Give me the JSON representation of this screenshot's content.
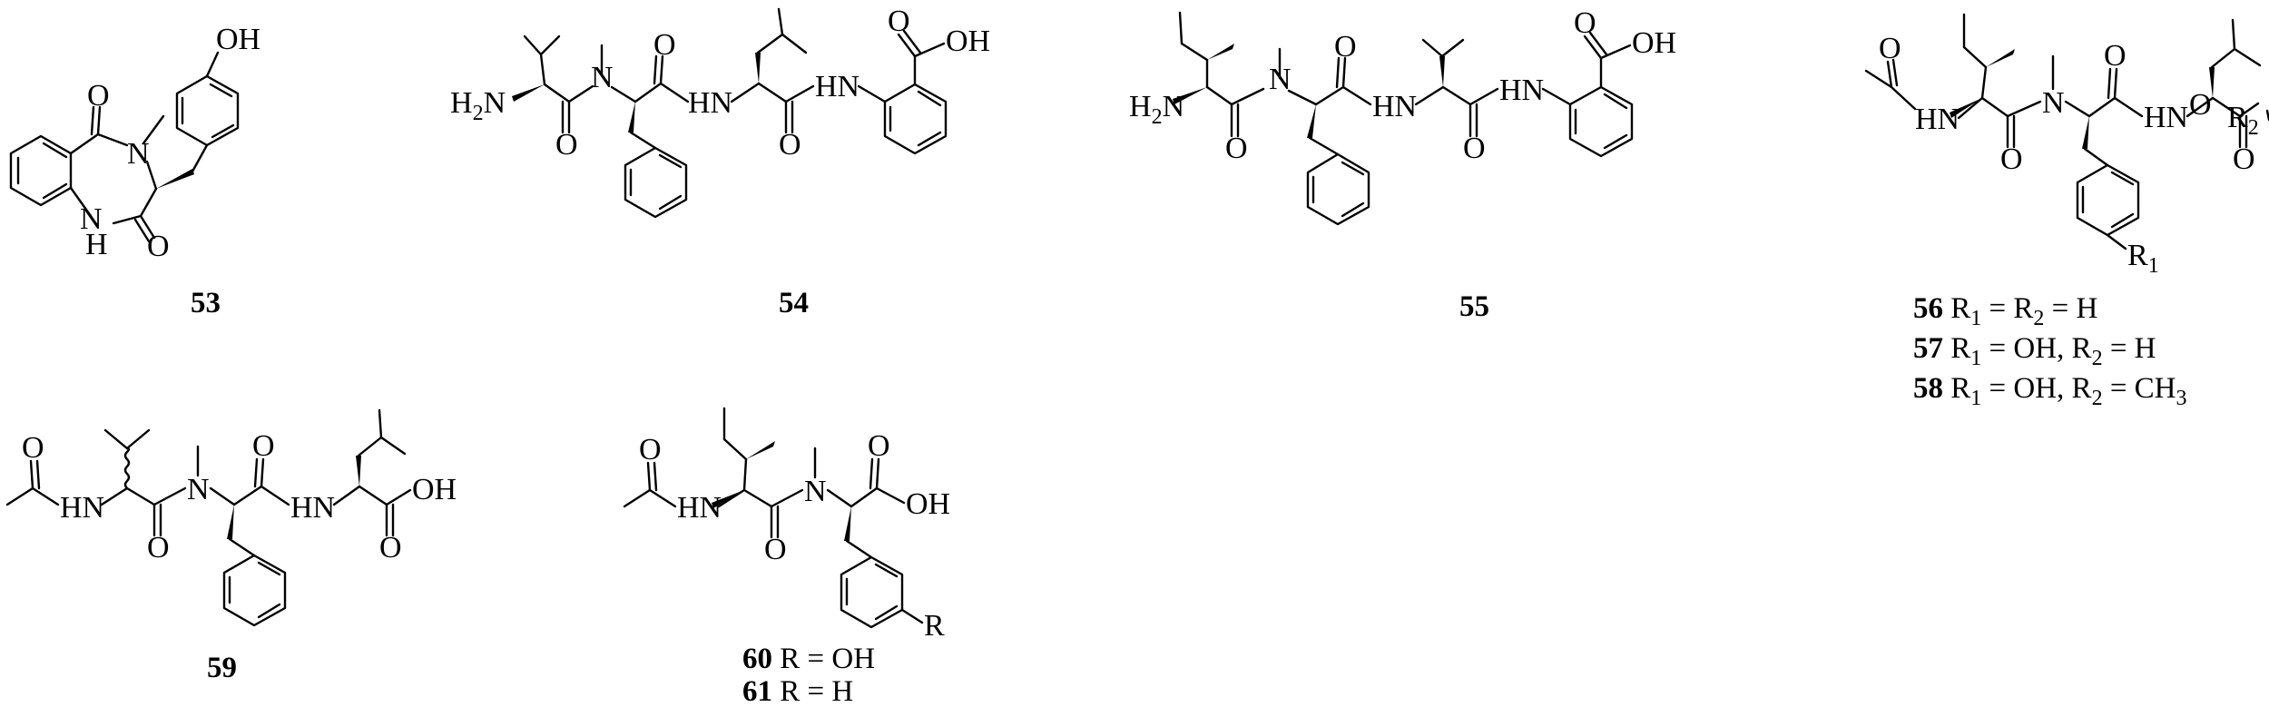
{
  "compounds": {
    "c53": {
      "label": "53"
    },
    "c54": {
      "label": "54"
    },
    "c55": {
      "label": "55"
    },
    "c56": {
      "label": "56",
      "r_text_a": " R",
      "r_text_b": " = R",
      "r_text_c": " = H"
    },
    "c57": {
      "label": "57",
      "r_text_a": " R",
      "r_text_b": " = OH, R",
      "r_text_c": " = H"
    },
    "c58": {
      "label": "58",
      "r_text_a": " R",
      "r_text_b": " = OH, R",
      "r_text_c": " = CH"
    },
    "c59": {
      "label": "59"
    },
    "c60": {
      "label": "60",
      "r_text": " R = OH"
    },
    "c61": {
      "label": "61",
      "r_text": " R = H"
    }
  },
  "subscripts": {
    "one": "1",
    "two": "2",
    "three": "3"
  },
  "atom_labels": {
    "oh": "OH",
    "o": "O",
    "n": "N",
    "nh": "NH",
    "hn": "HN",
    "h": "H",
    "h2n_h": "H",
    "h2n_n": "N",
    "r": "R",
    "r1": "R",
    "r2": "R",
    "o_ester": "O"
  }
}
